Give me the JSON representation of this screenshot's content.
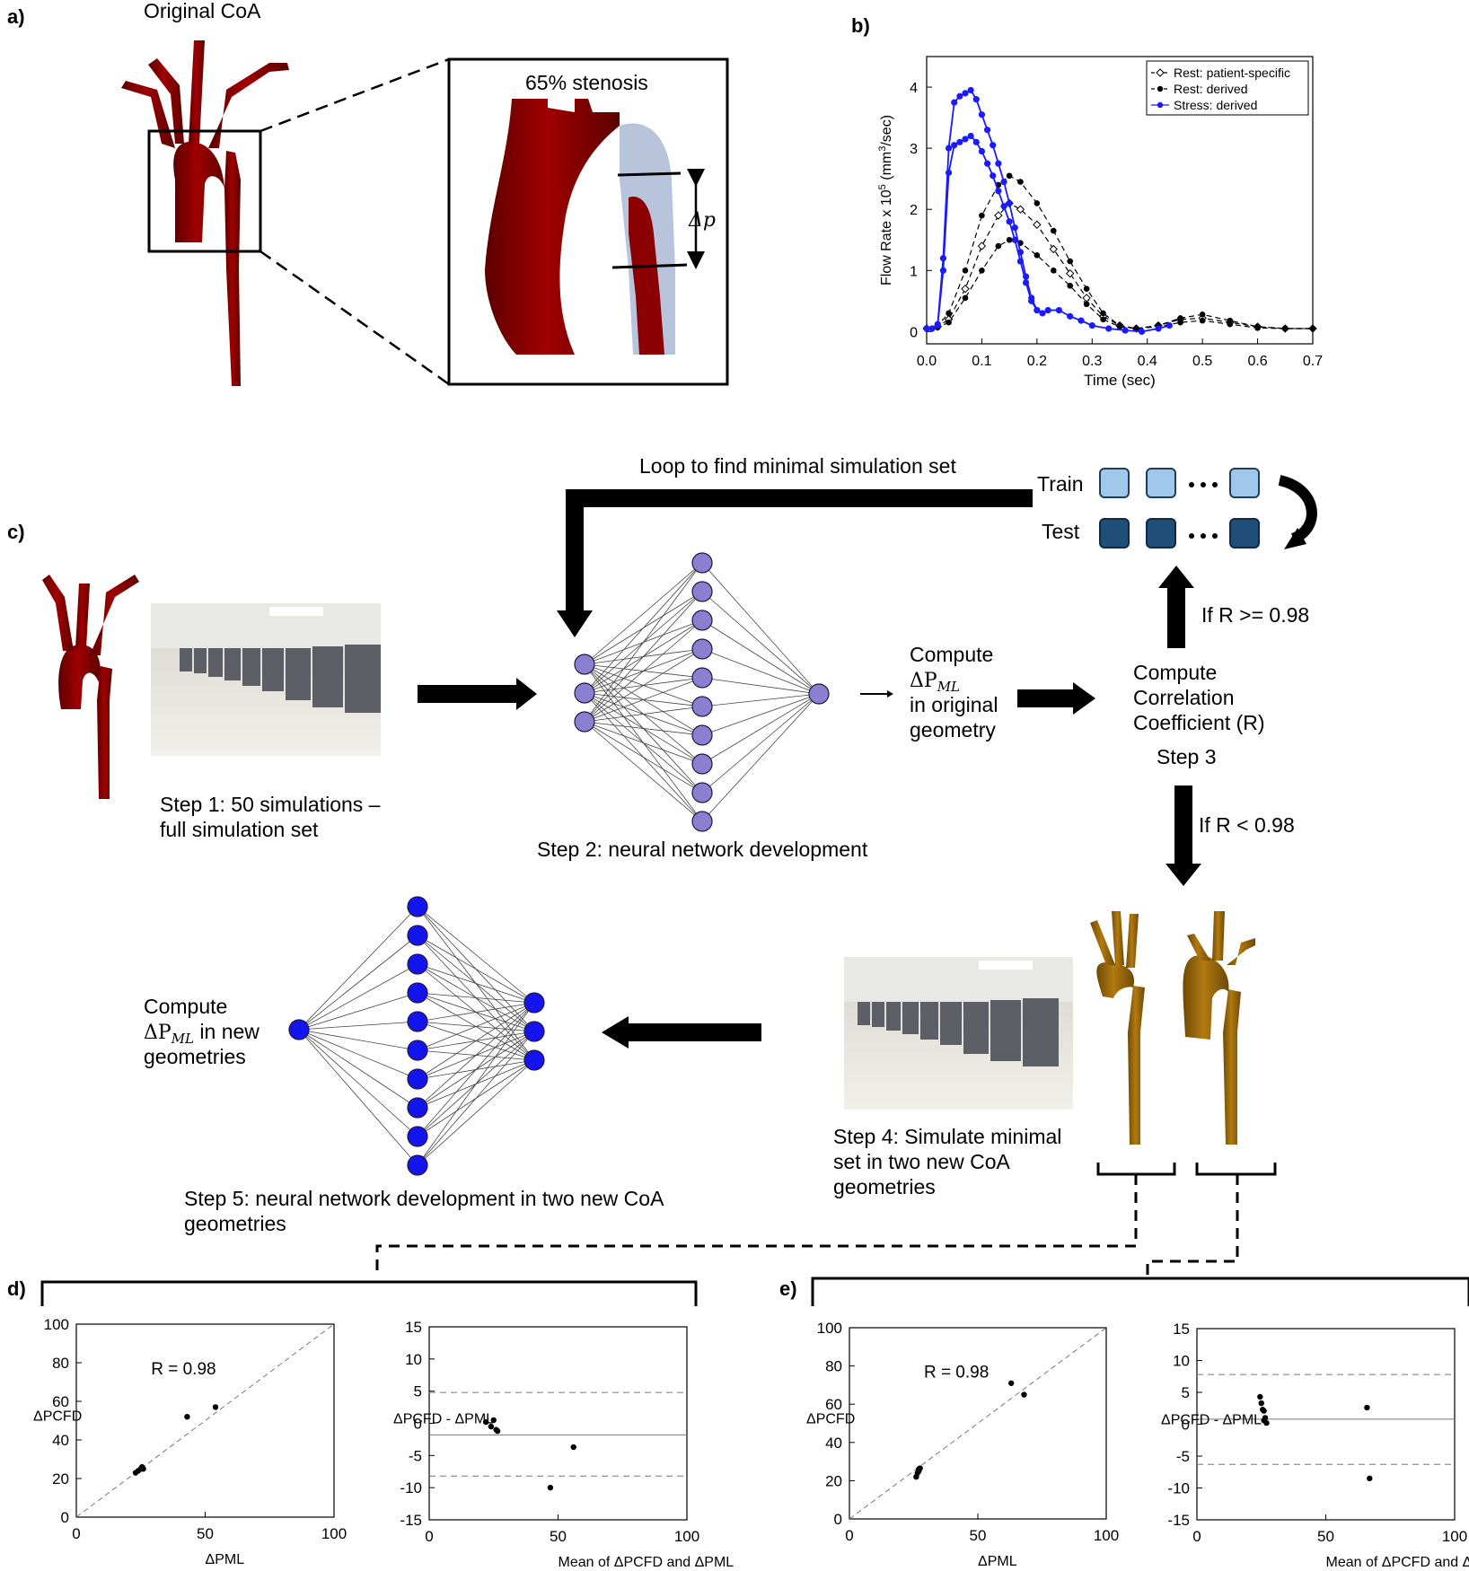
{
  "panel_a": {
    "label": "a)",
    "title": "Original CoA",
    "stenosis_label": "65% stenosis",
    "dp_label": "Δp"
  },
  "panel_b": {
    "label": "b)",
    "legend": [
      "Rest: patient-specific",
      "Rest: derived",
      "Stress: derived"
    ]
  },
  "panel_c": {
    "label": "c)",
    "loop_label": "Loop to find minimal simulation set",
    "train_label": "Train",
    "test_label": "Test",
    "if_ge": "If R >= 0.98",
    "if_lt": "If R < 0.98",
    "compute_ml": [
      "Compute",
      "ΔP",
      "ML",
      "in original",
      "geometry"
    ],
    "compute_r": [
      "Compute",
      "Correlation",
      "Coefficient (R)"
    ],
    "step3": "Step 3",
    "step1": [
      "Step 1: 50 simulations –",
      "full simulation set"
    ],
    "step2": "Step 2: neural network development",
    "step4": [
      "Step 4: Simulate minimal",
      "set in two new CoA",
      "geometries"
    ],
    "step5": [
      "Step 5: neural network development in two new CoA",
      "geometries"
    ],
    "compute_new": [
      "Compute",
      "ΔP",
      "ML",
      " in new",
      "geometries"
    ]
  },
  "panel_d": {
    "label": "d)"
  },
  "panel_e": {
    "label": "e)"
  },
  "colors": {
    "aorta_red": "#8b0000",
    "aorta_gold": "#a8720a",
    "node_purple": "#8a7fd0",
    "node_blue": "#1414ee",
    "train_blue": "#9fc8ea",
    "test_blue": "#1f4e79",
    "stress_blue": "#1a1aff"
  },
  "chart_data": [
    {
      "id": "b",
      "type": "line",
      "xlabel": "Time (sec)",
      "ylabel": "Flow Rate x 10^5 (mm^3/sec)",
      "xlim": [
        0,
        0.7
      ],
      "ylim": [
        -0.2,
        4.5
      ],
      "xticks": [
        "0.0",
        "0.1",
        "0.2",
        "0.3",
        "0.4",
        "0.5",
        "0.6",
        "0.7"
      ],
      "yticks": [
        "0",
        "1",
        "2",
        "3",
        "4"
      ],
      "legend_position": "top-right",
      "series": [
        {
          "name": "Rest: patient-specific",
          "style": "dashed-diamond",
          "x": [
            0,
            0.02,
            0.04,
            0.07,
            0.1,
            0.13,
            0.15,
            0.17,
            0.2,
            0.23,
            0.26,
            0.29,
            0.32,
            0.35,
            0.38,
            0.42,
            0.46,
            0.5,
            0.55,
            0.6,
            0.65,
            0.7
          ],
          "y": [
            0.05,
            0.08,
            0.2,
            0.7,
            1.4,
            1.9,
            2.1,
            2.0,
            1.75,
            1.35,
            0.95,
            0.55,
            0.25,
            0.1,
            0.05,
            0.1,
            0.2,
            0.22,
            0.15,
            0.08,
            0.05,
            0.05
          ]
        },
        {
          "name": "Rest: derived",
          "style": "dashed-dot",
          "x": [
            0,
            0.02,
            0.04,
            0.07,
            0.1,
            0.13,
            0.15,
            0.17,
            0.2,
            0.23,
            0.26,
            0.29,
            0.32,
            0.35,
            0.38,
            0.42,
            0.46,
            0.5,
            0.55,
            0.6,
            0.65,
            0.7
          ],
          "y": [
            0.05,
            0.1,
            0.3,
            1.0,
            1.9,
            2.4,
            2.55,
            2.45,
            2.1,
            1.65,
            1.15,
            0.7,
            0.3,
            0.1,
            0.05,
            0.1,
            0.22,
            0.28,
            0.18,
            0.08,
            0.05,
            0.05
          ]
        },
        {
          "name": "Rest: derived",
          "style": "dashed-dot",
          "x": [
            0,
            0.02,
            0.04,
            0.07,
            0.1,
            0.13,
            0.15,
            0.17,
            0.2,
            0.23,
            0.26,
            0.29,
            0.32,
            0.35,
            0.38,
            0.42,
            0.46,
            0.5,
            0.55,
            0.6,
            0.65,
            0.7
          ],
          "y": [
            0.05,
            0.07,
            0.15,
            0.55,
            1.0,
            1.4,
            1.5,
            1.45,
            1.25,
            1.0,
            0.75,
            0.45,
            0.2,
            0.08,
            0.05,
            0.08,
            0.15,
            0.18,
            0.12,
            0.06,
            0.05,
            0.05
          ]
        },
        {
          "name": "Stress: derived",
          "style": "solid-dot",
          "x": [
            0,
            0.01,
            0.02,
            0.03,
            0.04,
            0.05,
            0.06,
            0.07,
            0.08,
            0.09,
            0.1,
            0.11,
            0.12,
            0.13,
            0.14,
            0.15,
            0.16,
            0.17,
            0.18,
            0.19,
            0.2,
            0.21,
            0.22,
            0.24,
            0.26,
            0.28,
            0.3,
            0.33,
            0.36,
            0.39,
            0.42,
            0.44
          ],
          "y": [
            0.05,
            0.05,
            0.12,
            1.2,
            3.0,
            3.75,
            3.85,
            3.9,
            3.95,
            3.8,
            3.55,
            3.3,
            3.05,
            2.75,
            2.45,
            2.1,
            1.7,
            1.3,
            0.9,
            0.55,
            0.35,
            0.3,
            0.35,
            0.35,
            0.25,
            0.18,
            0.1,
            0.05,
            0.02,
            0.0,
            0.05,
            0.1
          ]
        },
        {
          "name": "Stress: derived",
          "style": "solid-dot",
          "x": [
            0,
            0.02,
            0.03,
            0.04,
            0.05,
            0.06,
            0.07,
            0.08,
            0.09,
            0.1,
            0.11,
            0.12,
            0.13,
            0.14,
            0.15,
            0.16,
            0.17,
            0.18,
            0.19,
            0.2
          ],
          "y": [
            0.05,
            0.1,
            1.0,
            2.6,
            3.05,
            3.1,
            3.15,
            3.2,
            3.1,
            2.95,
            2.75,
            2.55,
            2.3,
            2.05,
            1.8,
            1.5,
            1.15,
            0.8,
            0.5,
            0.35
          ]
        }
      ]
    },
    {
      "id": "d-left",
      "type": "scatter",
      "xlabel": "ΔP_ML",
      "ylabel": "ΔP_CFD",
      "xlim": [
        0,
        100
      ],
      "ylim": [
        0,
        100
      ],
      "xticks": [
        "0",
        "50",
        "100"
      ],
      "yticks": [
        "0",
        "20",
        "40",
        "60",
        "80",
        "100"
      ],
      "annotation": "R = 0.98",
      "points": [
        [
          23,
          23
        ],
        [
          24,
          24
        ],
        [
          25,
          25
        ],
        [
          25.5,
          26
        ],
        [
          26,
          25
        ],
        [
          43,
          52
        ],
        [
          54,
          57
        ]
      ]
    },
    {
      "id": "d-right",
      "type": "scatter",
      "xlabel": "Mean of ΔP_CFD and ΔP_ML",
      "ylabel": "ΔP_CFD - ΔP_ML",
      "xlim": [
        0,
        100
      ],
      "ylim": [
        -15,
        15
      ],
      "xticks": [
        "0",
        "50",
        "100"
      ],
      "yticks": [
        "15",
        "10",
        "5",
        "0",
        "-5",
        "-10",
        "-15"
      ],
      "mean_line": -1.8,
      "limits": [
        4.8,
        -8.2
      ],
      "points": [
        [
          22,
          0.2
        ],
        [
          24,
          -0.5
        ],
        [
          25,
          0.5
        ],
        [
          26,
          -1.0
        ],
        [
          26.5,
          -1.2
        ],
        [
          47,
          -10
        ],
        [
          56,
          -3.7
        ]
      ]
    },
    {
      "id": "e-left",
      "type": "scatter",
      "xlabel": "ΔP_ML",
      "ylabel": "ΔP_CFD",
      "xlim": [
        0,
        100
      ],
      "ylim": [
        0,
        100
      ],
      "xticks": [
        "0",
        "50",
        "100"
      ],
      "yticks": [
        "0",
        "20",
        "40",
        "60",
        "80",
        "100"
      ],
      "annotation": "R = 0.98",
      "points": [
        [
          26,
          22
        ],
        [
          26.5,
          24
        ],
        [
          27,
          25
        ],
        [
          27,
          26
        ],
        [
          27.5,
          26.5
        ],
        [
          63,
          71
        ],
        [
          68,
          65
        ]
      ]
    },
    {
      "id": "e-right",
      "type": "scatter",
      "xlabel": "Mean of ΔP_CFD and ΔP_ML",
      "ylabel": "ΔP_CFD - ΔP_ML",
      "xlim": [
        0,
        100
      ],
      "ylim": [
        -15,
        15
      ],
      "xticks": [
        "0",
        "50",
        "100"
      ],
      "yticks": [
        "15",
        "10",
        "5",
        "0",
        "-5",
        "-10",
        "-15"
      ],
      "mean_line": 0.8,
      "limits": [
        7.8,
        -6.3
      ],
      "points": [
        [
          24.5,
          4.3
        ],
        [
          25,
          3.3
        ],
        [
          25.5,
          2.3
        ],
        [
          26,
          2.1
        ],
        [
          26.5,
          1.0
        ],
        [
          27,
          0.2
        ],
        [
          26,
          0.6
        ],
        [
          66,
          2.6
        ],
        [
          67,
          -8.5
        ]
      ]
    }
  ]
}
